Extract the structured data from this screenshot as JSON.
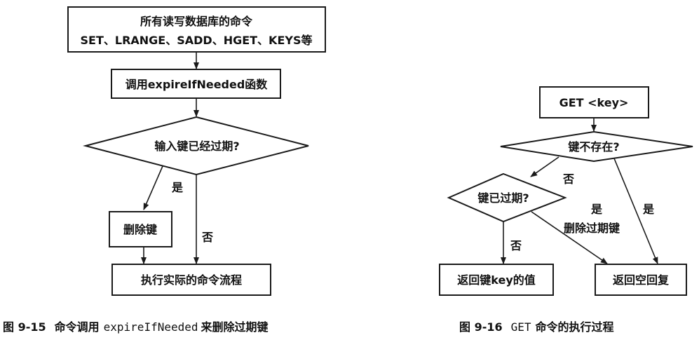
{
  "figure1": {
    "start_line1": "所有读写数据库的命令",
    "start_line2": "SET、LRANGE、SADD、HGET、KEYS等",
    "call": "调用expireIfNeeded函数",
    "decision": "输入键已经过期?",
    "yes": "是",
    "no": "否",
    "delete": "删除键",
    "execute": "执行实际的命令流程",
    "caption_num": "图 9-15",
    "caption_a": "命令调用",
    "caption_code": "expireIfNeeded",
    "caption_b": "来删除过期键"
  },
  "figure2": {
    "start": "GET <key>",
    "decision1": "键不存在?",
    "no": "否",
    "decision2": "键已过期?",
    "yes_delete_1": "是",
    "yes_delete_2": "删除过期键",
    "yes_right": "是",
    "no2": "否",
    "return_value": "返回键key的值",
    "return_empty": "返回空回复",
    "caption_num": "图 9-16",
    "caption_code": "GET",
    "caption_b": "命令的执行过程"
  }
}
